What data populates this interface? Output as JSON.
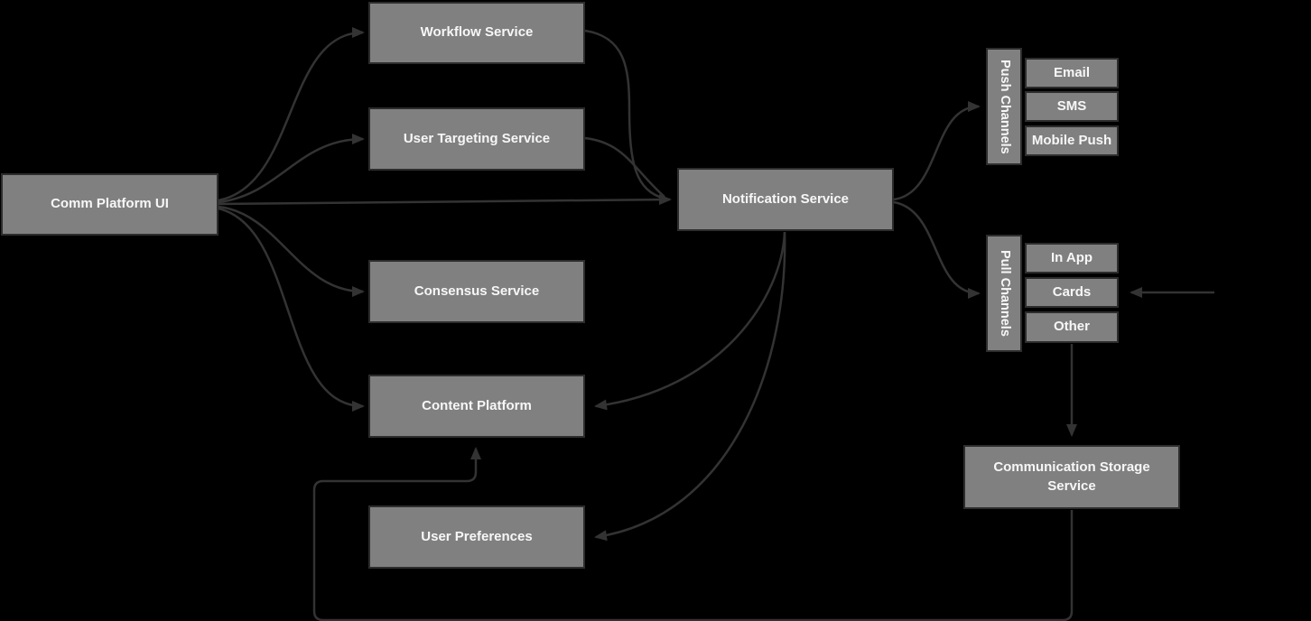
{
  "diagram": {
    "nodes": {
      "comm_platform_ui": {
        "label": "Comm Platform UI"
      },
      "workflow_service": {
        "label": "Workflow Service"
      },
      "user_targeting_service": {
        "label": "User Targeting Service"
      },
      "notification_service": {
        "label": "Notification Service"
      },
      "consensus_service": {
        "label": "Consensus Service"
      },
      "content_platform": {
        "label": "Content Platform"
      },
      "user_preferences": {
        "label": "User Preferences"
      },
      "communication_storage_service": {
        "label": "Communication Storage Service"
      }
    },
    "channel_groups": {
      "push": {
        "label": "Push Channels",
        "items": [
          "Email",
          "SMS",
          "Mobile Push"
        ]
      },
      "pull": {
        "label": "Pull Channels",
        "items": [
          "In App",
          "Cards",
          "Other"
        ]
      }
    },
    "edges": [
      {
        "from": "Comm Platform UI",
        "to": "Workflow Service"
      },
      {
        "from": "Comm Platform UI",
        "to": "User Targeting Service"
      },
      {
        "from": "Comm Platform UI",
        "to": "Notification Service"
      },
      {
        "from": "Comm Platform UI",
        "to": "Consensus Service"
      },
      {
        "from": "Comm Platform UI",
        "to": "Content Platform"
      },
      {
        "from": "Workflow Service",
        "to": "Notification Service"
      },
      {
        "from": "User Targeting Service",
        "to": "Notification Service"
      },
      {
        "from": "Notification Service",
        "to": "Push Channels"
      },
      {
        "from": "Notification Service",
        "to": "Pull Channels"
      },
      {
        "from": "Notification Service",
        "to": "Content Platform"
      },
      {
        "from": "Notification Service",
        "to": "User Preferences"
      },
      {
        "from": "",
        "to": "Cards"
      },
      {
        "from": "Other",
        "to": "Communication Storage Service"
      },
      {
        "from": "Communication Storage Service",
        "to": "Content Platform"
      }
    ],
    "colors": {
      "background": "#000000",
      "node_fill": "#808080",
      "node_border": "#2d2d2d",
      "edge": "#333333",
      "label_text": "#f7f7f7"
    }
  }
}
